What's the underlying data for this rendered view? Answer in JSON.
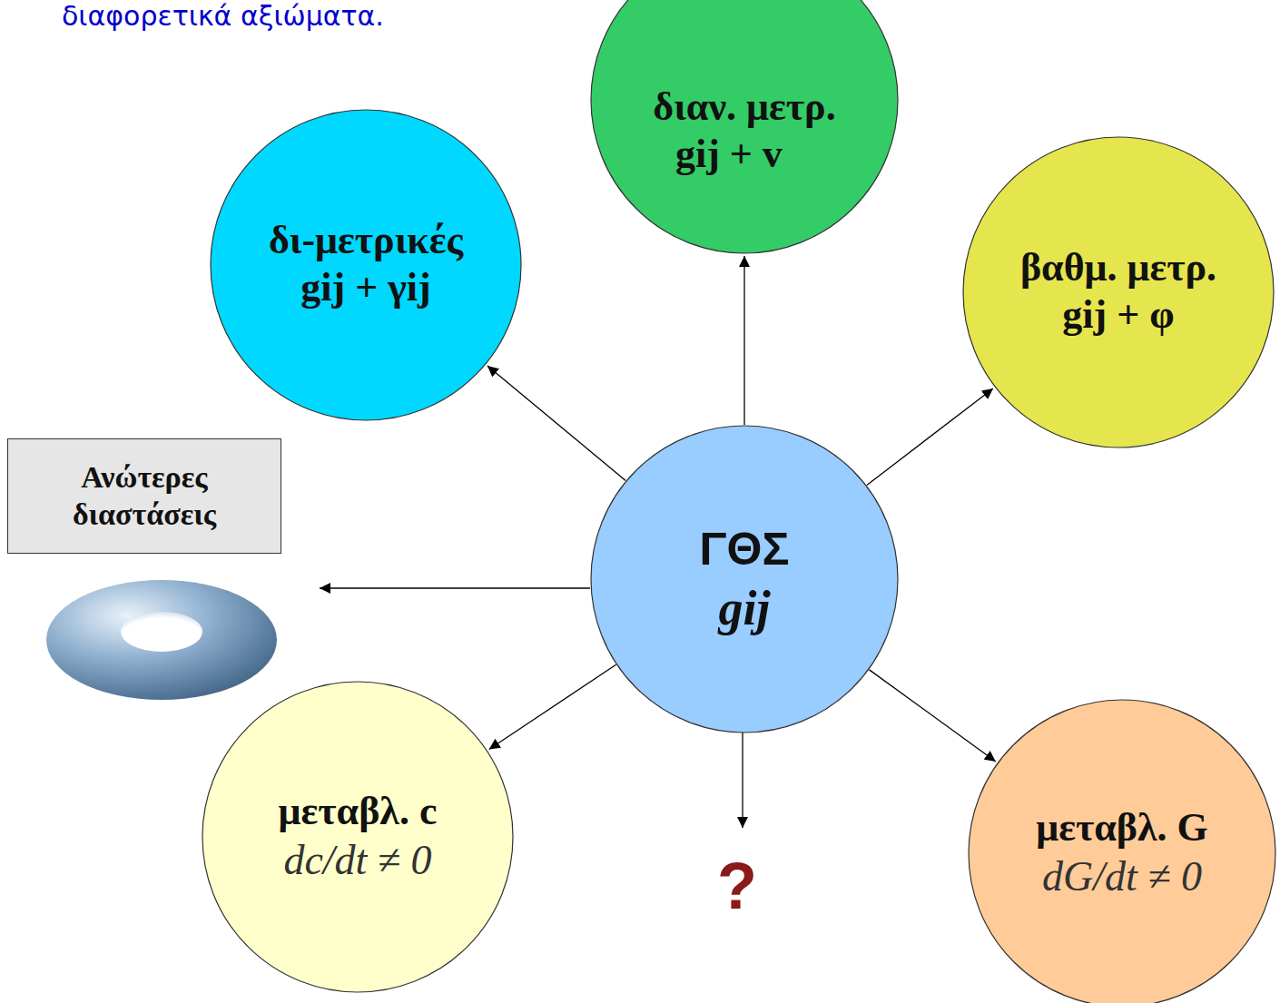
{
  "diagram": {
    "nodes": [
      {
        "text": [
          "διαν. μετρ.",
          "gij + v⃗"
        ]
      },
      {
        "text": [
          "δι-μετρικές",
          "gij + γij"
        ]
      },
      {
        "text": [
          "βαθμ. μετρ.",
          "gij + φ"
        ]
      },
      {
        "text": [
          "Ανώτερες διαστάσεις"
        ]
      },
      {
        "text": [
          "ΓΘΣ",
          "gij"
        ]
      },
      {
        "text": [
          "μεταβλ. c",
          "dc/dt ≠ 0"
        ]
      },
      {
        "text": [
          "μεταβλ. G",
          "dG/dt ≠ 0"
        ]
      }
    ],
    "edges": [
      {
        "from": 4,
        "to": 1,
        "arrow": "to"
      },
      {
        "from": 4,
        "to": 0,
        "arrow": "to"
      },
      {
        "from": 4,
        "to": 2,
        "arrow": "to"
      },
      {
        "from": 4,
        "to": 5,
        "arrow": "to"
      },
      {
        "from": 4,
        "to": 6,
        "arrow": "to"
      }
    ],
    "labels": [
      "διαφορετικά αξιώματα.",
      "?"
    ]
  }
}
